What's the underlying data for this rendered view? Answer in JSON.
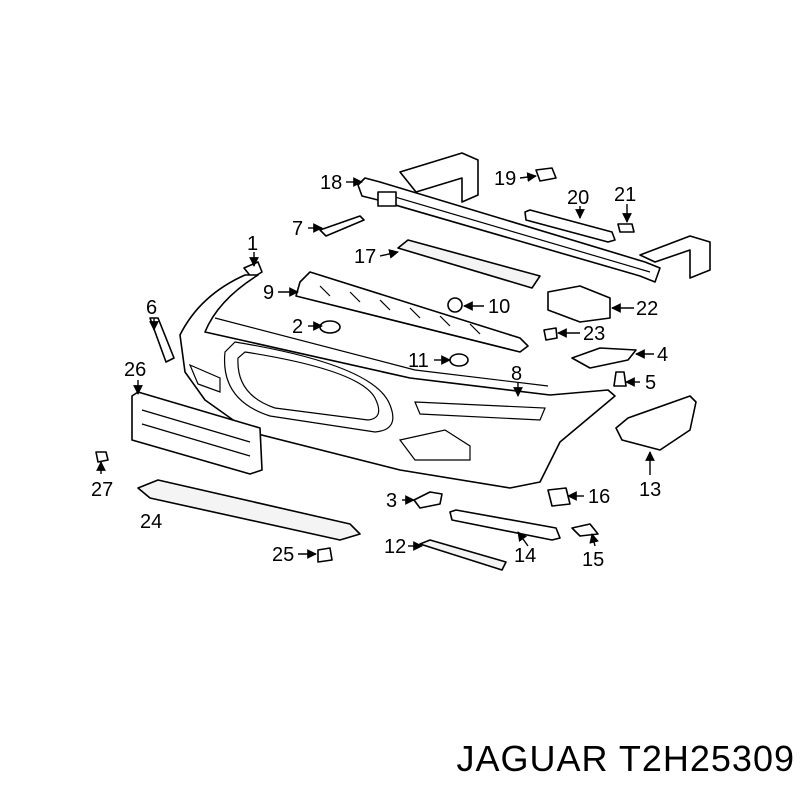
{
  "caption": "JAGUAR T2H25309",
  "colors": {
    "line": "#000000",
    "background": "#ffffff"
  },
  "callouts": {
    "c1": "1",
    "c2": "2",
    "c3": "3",
    "c4": "4",
    "c5": "5",
    "c6": "6",
    "c7": "7",
    "c8": "8",
    "c9": "9",
    "c10": "10",
    "c11": "11",
    "c12": "12",
    "c13": "13",
    "c14": "14",
    "c15": "15",
    "c16": "16",
    "c17": "17",
    "c18": "18",
    "c19": "19",
    "c20": "20",
    "c21": "21",
    "c22": "22",
    "c23": "23",
    "c24": "24",
    "c25": "25",
    "c26": "26",
    "c27": "27"
  }
}
